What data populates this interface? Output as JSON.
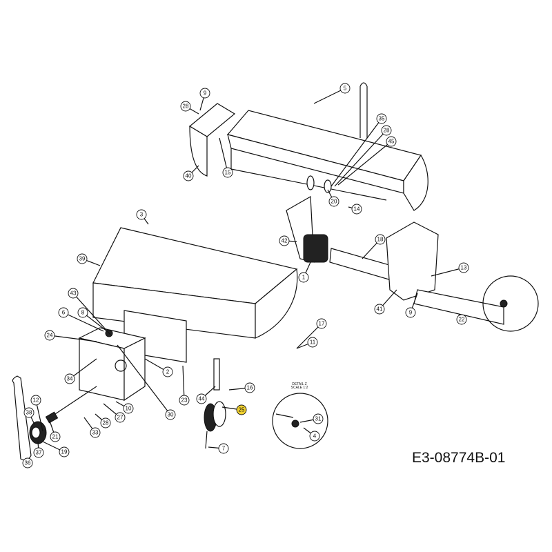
{
  "drawing_code": "E3-08774B-01",
  "detail": {
    "title": "DETAIL Z",
    "scale": "SCALE 1:2"
  },
  "highlight_color": "#f2d230",
  "callouts": [
    "9",
    "28",
    "40",
    "15",
    "5",
    "35",
    "28",
    "45",
    "20",
    "14",
    "3",
    "39",
    "42",
    "1",
    "18",
    "13",
    "41",
    "9",
    "22",
    "17",
    "11",
    "43",
    "6",
    "8",
    "24",
    "2",
    "34",
    "23",
    "30",
    "10",
    "27",
    "28",
    "33",
    "12",
    "38",
    "21",
    "37",
    "19",
    "36",
    "44",
    "16",
    "25",
    "7",
    "31",
    "4"
  ],
  "highlighted_callout": "25"
}
